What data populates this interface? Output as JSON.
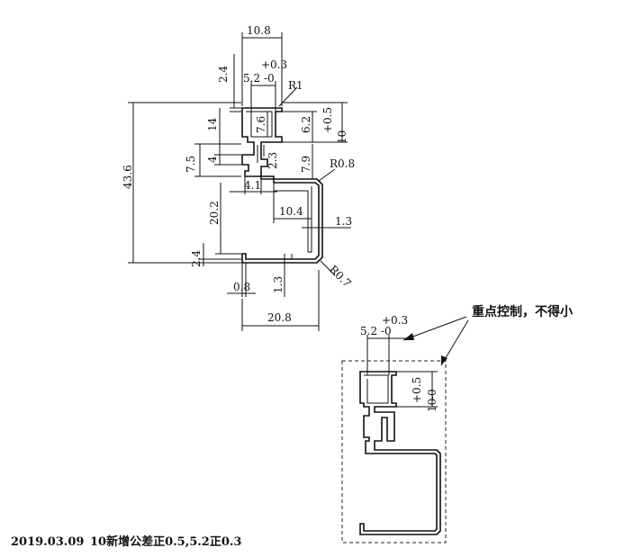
{
  "drawing": {
    "dims": {
      "w10_8": "10.8",
      "t2_4_top": "2.4",
      "tol_plus_0_3": "+0.3",
      "w5_2": "5.2",
      "tol_minus_0": "-0",
      "r1": "R1",
      "h14": "14",
      "h7_6": "7.6",
      "tol_plus_0_5": "+0.5",
      "h6_2": "6.2",
      "h10": "10",
      "h7_5": "7.5",
      "h4": "4",
      "h2_3": "2.3",
      "h7_9": "7.9",
      "r0_8": "R0.8",
      "h43_6": "43.6",
      "w4_1": "4.1",
      "h20_2": "20.2",
      "w10_4": "10.4",
      "w1_3_right": "1.3",
      "t2_4_bottom": "2.4",
      "r0_7": "R0.7",
      "w0_8": "0.8",
      "h1_3_bottom": "1.3",
      "w20_8": "20.8"
    },
    "detail": {
      "tol_plus_0_3": "+0.3",
      "w5_2": "5.2",
      "tol_minus_0": "-0",
      "tol_plus_0_5": "+0.5",
      "h10": "10",
      "tol_minus_0_b": "-0"
    },
    "callout_note": "重点控制，不得小",
    "footer_date": "2019.03.09",
    "footer_note": "10新增公差正0.5,5.2正0.3"
  }
}
